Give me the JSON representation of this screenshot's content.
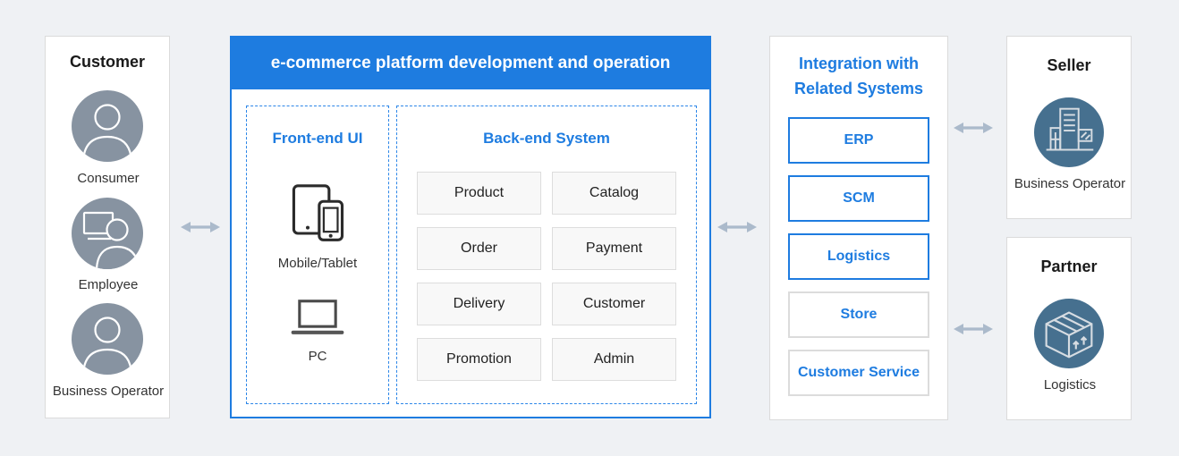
{
  "colors": {
    "accent_blue": "#1E7CE0",
    "page_background": "#EFF1F4",
    "avatar_circle": "#8793A1",
    "entity_circle": "#46708F",
    "arrow": "#ABBACB",
    "module_box_bg": "#F8F8F8"
  },
  "customer_panel": {
    "title": "Customer",
    "items": [
      {
        "label": "Consumer",
        "icon": "person-icon"
      },
      {
        "label": "Employee",
        "icon": "person-at-monitor-icon"
      },
      {
        "label": "Business Operator",
        "icon": "person-icon"
      }
    ]
  },
  "platform": {
    "header": "e-commerce platform development and operation",
    "frontend": {
      "title": "Front-end UI",
      "items": [
        {
          "label": "Mobile/Tablet",
          "icon": "mobile-tablet-icon"
        },
        {
          "label": "PC",
          "icon": "laptop-icon"
        }
      ]
    },
    "backend": {
      "title": "Back-end System",
      "modules": [
        "Product",
        "Catalog",
        "Order",
        "Payment",
        "Delivery",
        "Customer",
        "Promotion",
        "Admin"
      ]
    }
  },
  "integration": {
    "title_line1": "Integration with",
    "title_line2": "Related Systems",
    "systems": [
      {
        "label": "ERP",
        "emphasized": true
      },
      {
        "label": "SCM",
        "emphasized": true
      },
      {
        "label": "Logistics",
        "emphasized": true
      },
      {
        "label": "Store",
        "emphasized": false
      },
      {
        "label": "Customer Service",
        "emphasized": false
      }
    ]
  },
  "seller_panel": {
    "title": "Seller",
    "label": "Business Operator",
    "icon": "building-icon"
  },
  "partner_panel": {
    "title": "Partner",
    "label": "Logistics",
    "icon": "package-icon"
  }
}
